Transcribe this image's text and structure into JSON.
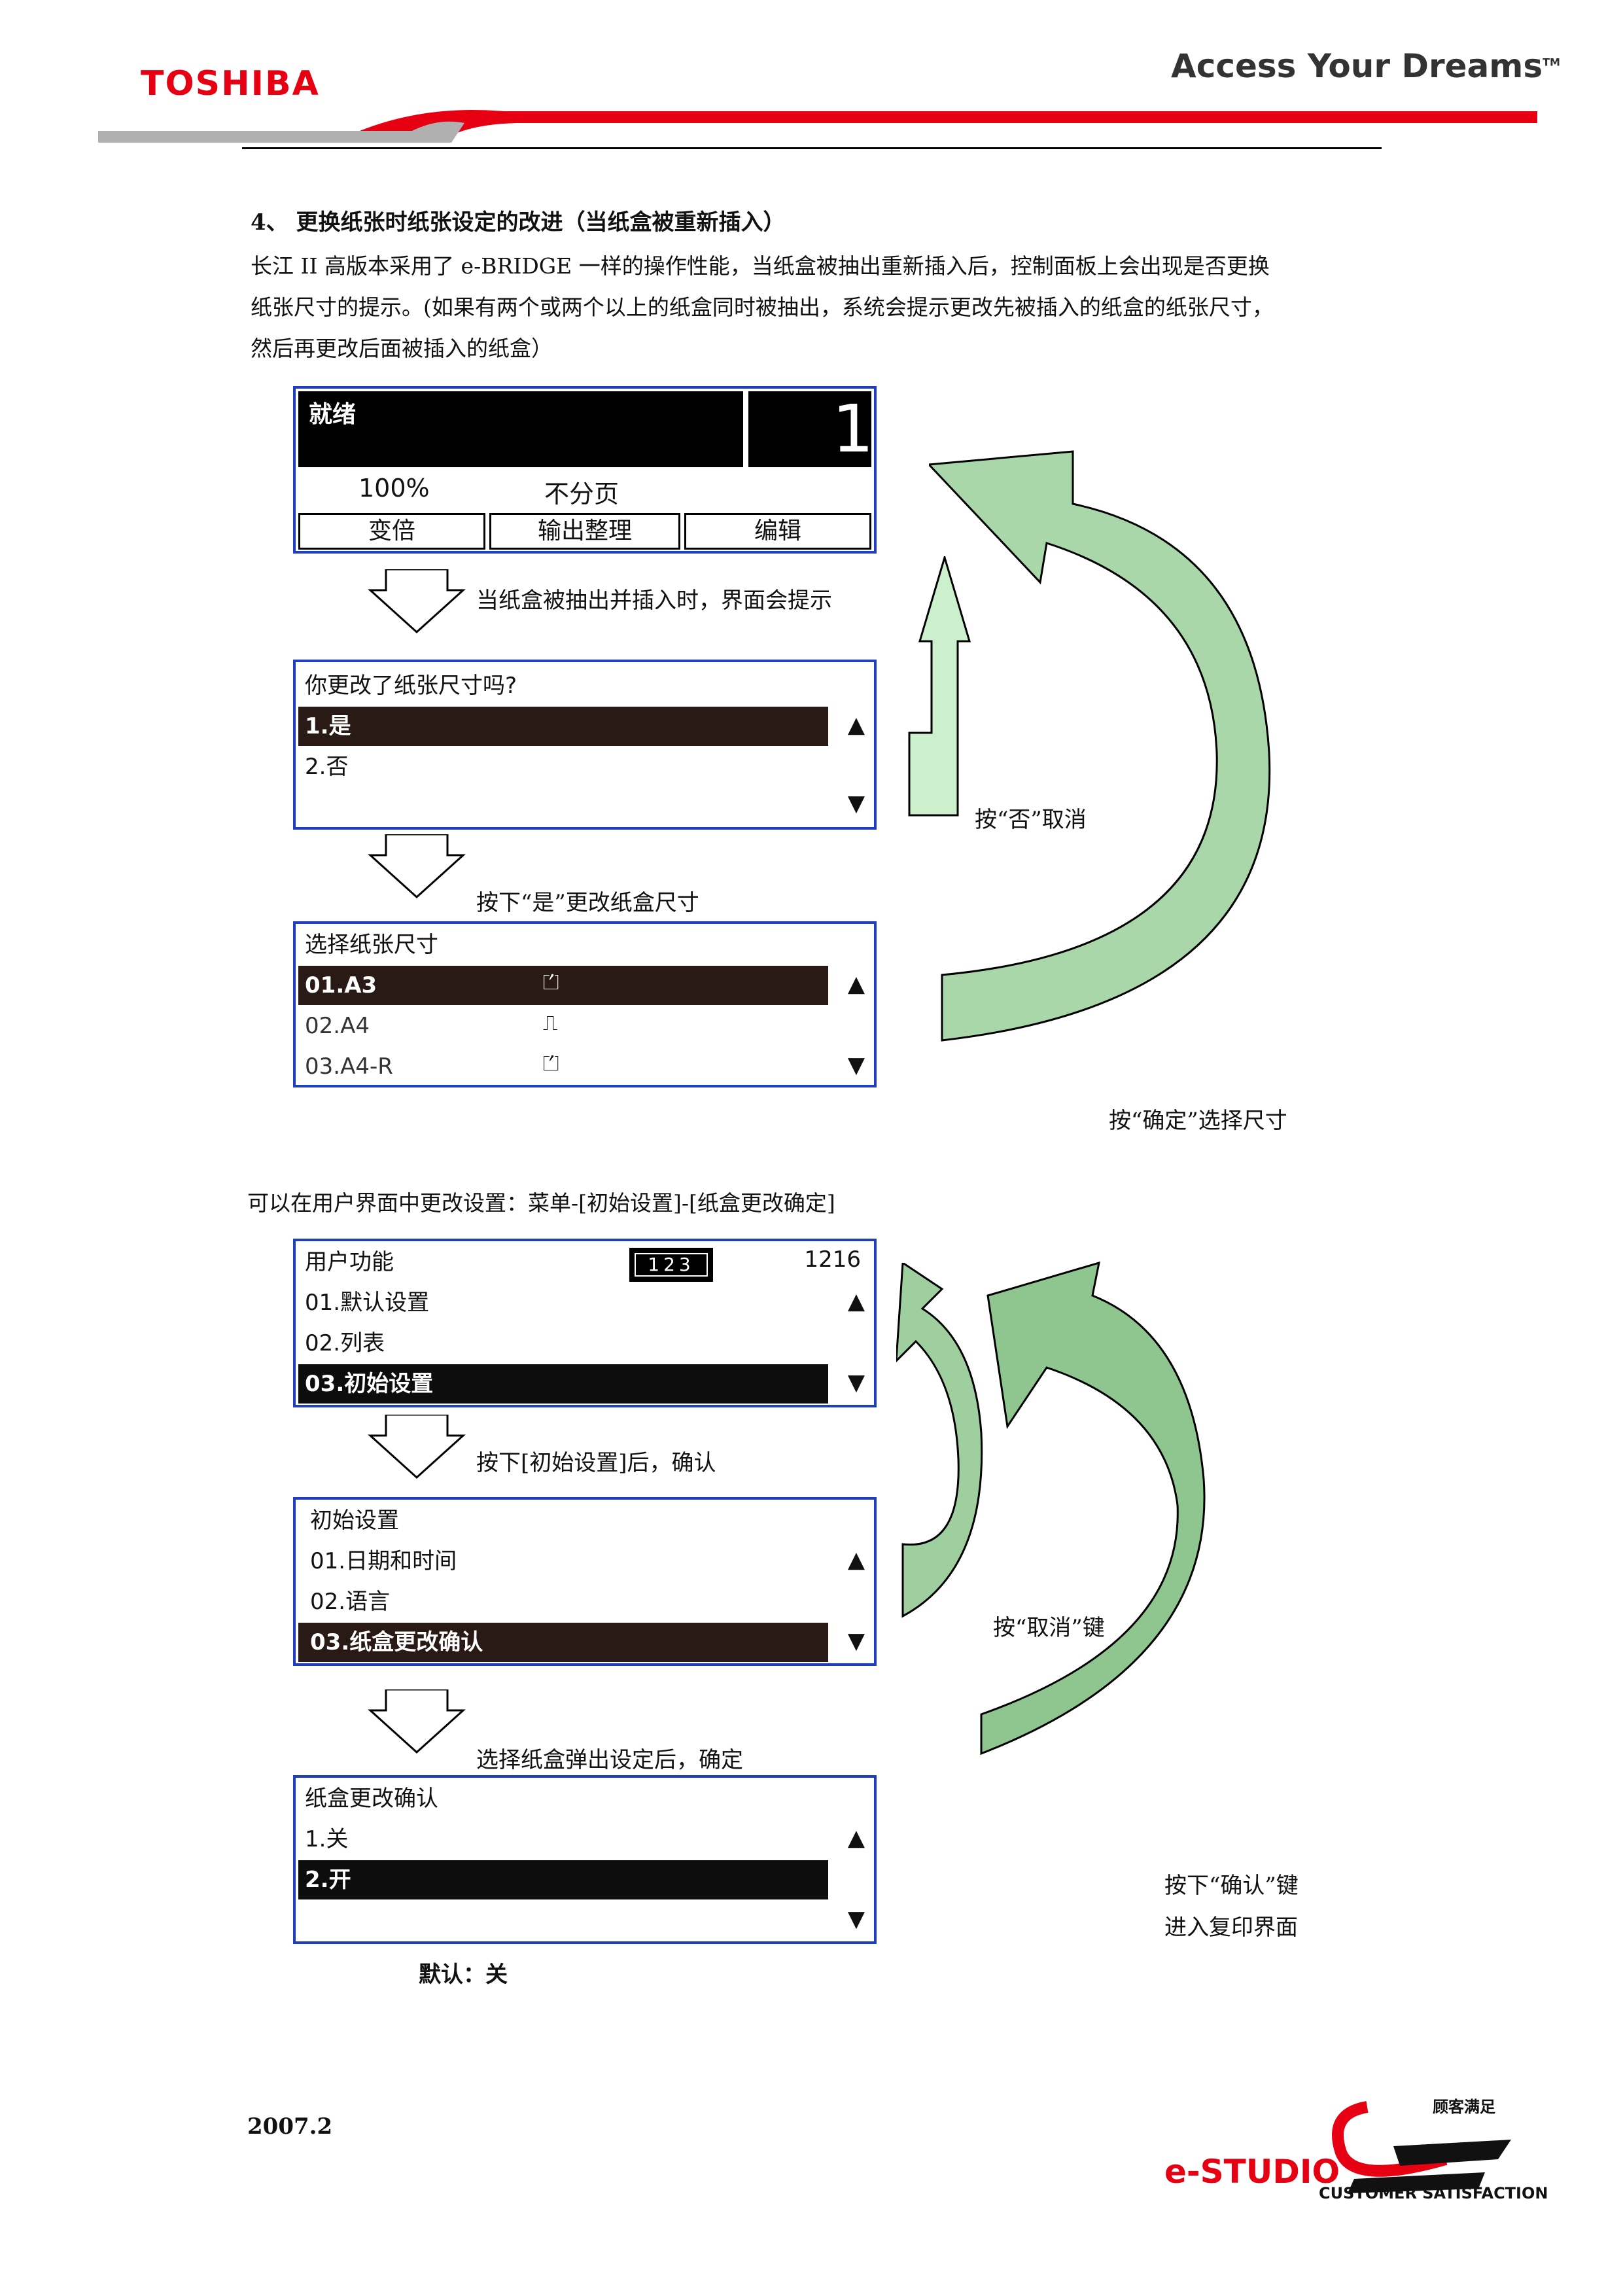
{
  "header": {
    "logo": "TOSHIBA",
    "tagline": "Access Your Dreams",
    "tm": "TM"
  },
  "section": {
    "heading": "4、 更换纸张时纸张设定的改进（当纸盒被重新插入）",
    "paragraph_1": "长江 II 高版本采用了 e-BRIDGE 一样的操作性能，当纸盒被抽出重新插入后，控制面板上会出现是否更换",
    "paragraph_2": "纸张尺寸的提示。(如果有两个或两个以上的纸盒同时被抽出，系统会提示更改先被插入的纸盒的纸张尺寸，",
    "paragraph_3": "然后再更改后面被插入的纸盒）"
  },
  "screen1": {
    "status": "就绪",
    "count": "1",
    "zoom": "100%",
    "sort": "不分页",
    "btn_zoom": "变倍",
    "btn_output": "输出整理",
    "btn_edit": "编辑"
  },
  "step1": "当纸盒被抽出并插入时，界面会提示",
  "screen2": {
    "title": "你更改了纸张尺寸吗?",
    "opt1": "1.是",
    "opt2": "2.否"
  },
  "step_no": "按“否”取消",
  "step2": "按下“是”更改纸盒尺寸",
  "screen3": {
    "title": "选择纸张尺寸",
    "opt1": "01.A3",
    "opt2": "02.A4",
    "opt3": "03.A4-R"
  },
  "step_confirm": "按“确定”选择尺寸",
  "section2": {
    "intro": "可以在用户界面中更改设置：菜单-[初始设置]-[纸盒更改确定]"
  },
  "screen4": {
    "title": "用户功能",
    "mode": "123",
    "number": "1216",
    "opt1": "01.默认设置",
    "opt2": "02.列表",
    "opt3": "03.初始设置"
  },
  "step3": "按下[初始设置]后，确认",
  "screen5": {
    "title": "初始设置",
    "opt1": "01.日期和时间",
    "opt2": "02.语言",
    "opt3": "03.纸盒更改确认"
  },
  "step_cancel": "按“取消”键",
  "step4": "选择纸盒弹出设定后，确定",
  "screen6": {
    "title": "纸盒更改确认",
    "opt1": "1.关",
    "opt2": "2.开"
  },
  "step_ok_1": "按下“确认”键",
  "step_ok_2": "进入复印界面",
  "default_note": "默认：关",
  "footer": {
    "date": "2007.2",
    "brand": "e-STUDIO",
    "cs_tag": "顾客满足",
    "cs_sub": "CUSTOMER SATISFACTION"
  },
  "colors": {
    "toshiba_red": "#e60012",
    "panel_border": "#1f3fbf",
    "arrow_fill": "#9fcf9f"
  }
}
